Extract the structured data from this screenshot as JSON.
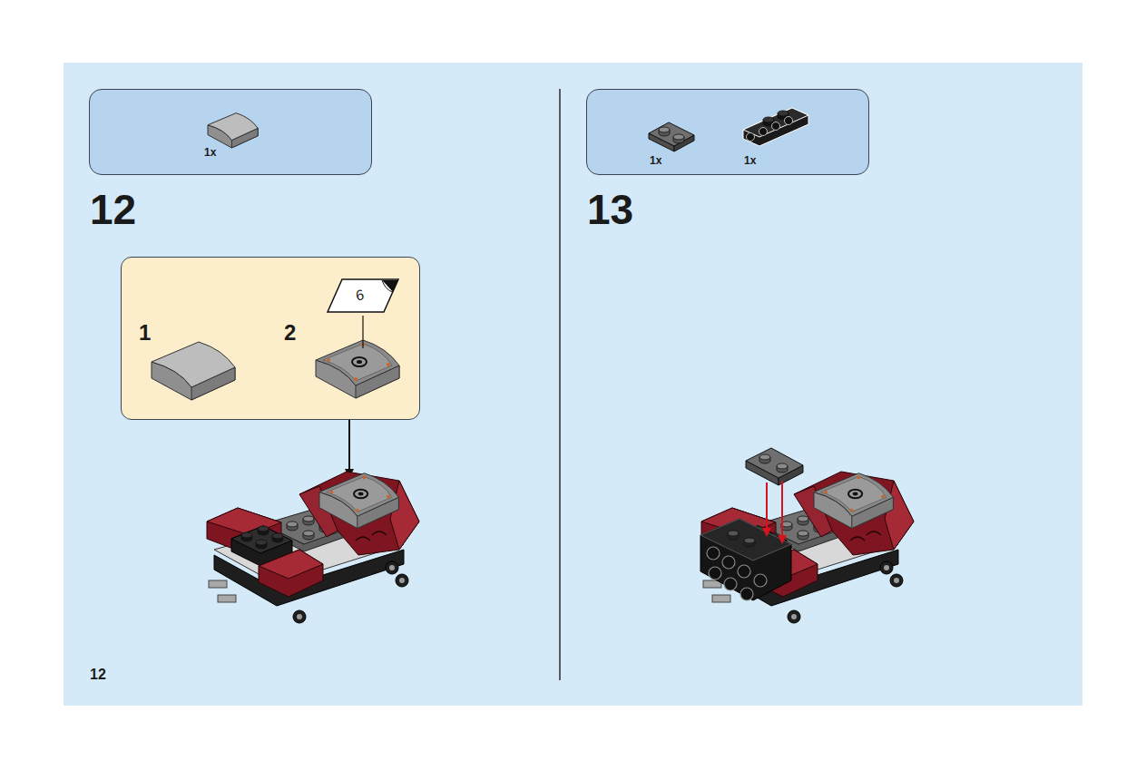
{
  "diagram": {
    "nodes": [
      {
        "text": [
          "1x"
        ]
      },
      {
        "text": [
          "1",
          "2"
        ]
      },
      {
        "text": [
          "6"
        ],
        "in": 1
      },
      {
        "text": [
          "1x",
          "1x"
        ]
      }
    ],
    "labels": [
      "12",
      "13",
      "12"
    ]
  }
}
